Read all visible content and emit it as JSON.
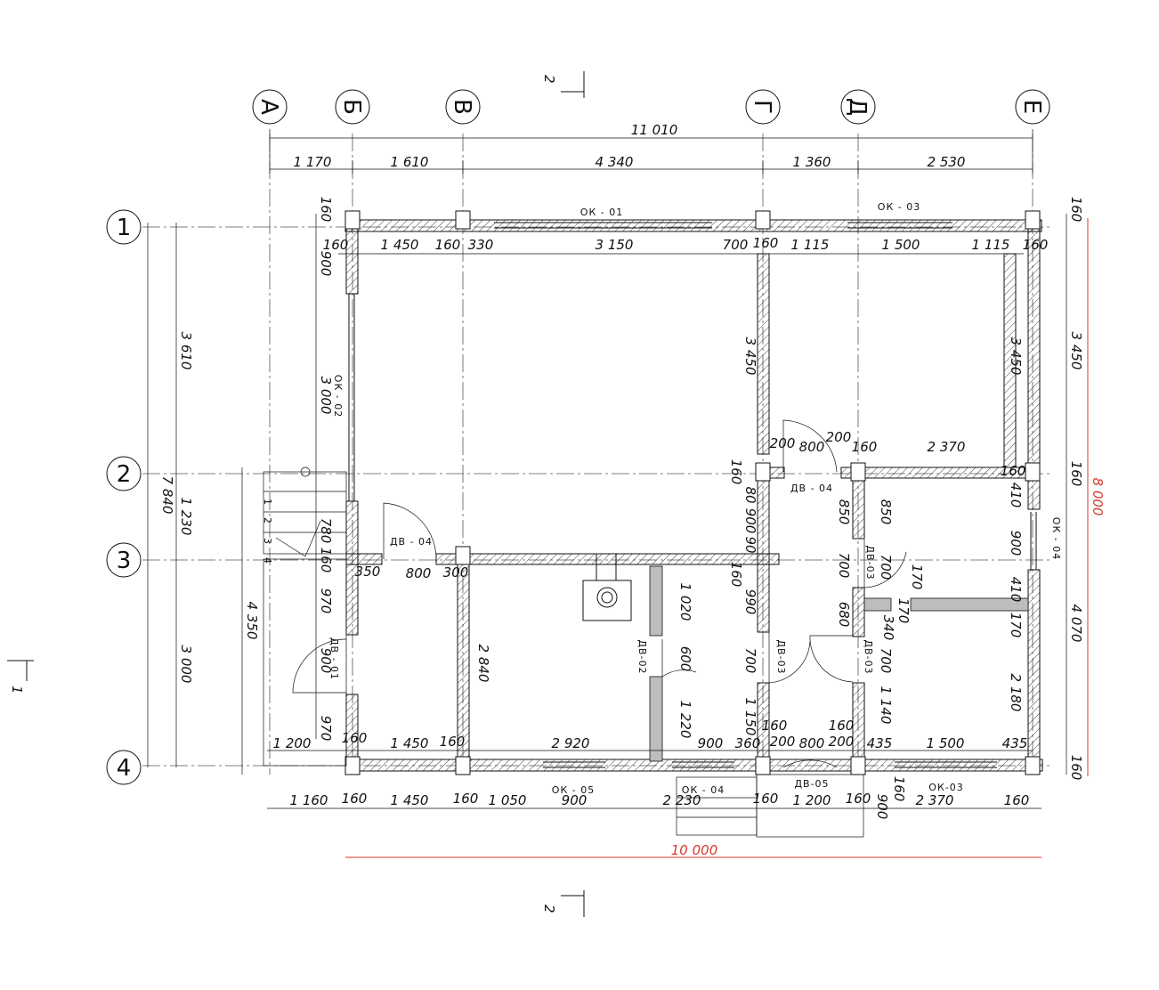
{
  "axes_letters": [
    "А",
    "Б",
    "В",
    "Г",
    "Д",
    "Е"
  ],
  "axes_numbers": [
    "1",
    "2",
    "3",
    "4"
  ],
  "section_mark": {
    "cut_top": "2",
    "cut_bottom": "2",
    "cut_left": "1"
  },
  "top_dims": {
    "overall": "11 010",
    "chain": [
      "1 170",
      "1 610",
      "4 340",
      "1 360",
      "2 530"
    ],
    "inner": [
      "160",
      "1 450",
      "160",
      "330",
      "3 150",
      "700",
      "160",
      "1 115",
      "1 500",
      "1 115",
      "160"
    ]
  },
  "bottom_dims": {
    "row1": [
      "1 200",
      "160",
      "1 450",
      "160",
      "2 920",
      "900",
      "360",
      "200",
      "800",
      "200",
      "435",
      "1 500",
      "435"
    ],
    "row2": [
      "1 160",
      "160",
      "1 450",
      "160",
      "1 050",
      "900",
      "2 230",
      "160",
      "1 200",
      "160",
      "900",
      "160",
      "2 370",
      "160"
    ],
    "overall_red": "10 000"
  },
  "left_dims": {
    "overall": "7 840",
    "chain": [
      "3 610",
      "1 230",
      "3 000"
    ],
    "extra": "4 350",
    "inner": [
      "160",
      "900",
      "3 000",
      "780",
      "160",
      "970",
      "900",
      "970"
    ]
  },
  "right_dims": {
    "overall_red": "8 000",
    "chain": [
      "160",
      "3 450",
      "160",
      "4 070",
      "160"
    ]
  },
  "inner_dims": {
    "a": "3 450",
    "b": "3 450",
    "c": "200",
    "d": "800",
    "e": "200",
    "f": "160",
    "g": "2 370",
    "h": "160",
    "i": "80",
    "j": "900",
    "k": "90",
    "l": "160",
    "m": "990",
    "n": "700",
    "o": "1 150",
    "p": "1 020",
    "q": "600",
    "r": "1 220",
    "s": "2 840",
    "t": "350",
    "u": "800",
    "v": "300",
    "w": "850",
    "x": "850",
    "y": "700",
    "z": "700",
    "aa": "680",
    "ab": "340",
    "ac": "700",
    "ad": "1 140",
    "ae": "170",
    "af": "170",
    "ag": "410",
    "ah": "900",
    "ai": "410",
    "aj": "170",
    "ak": "2 180",
    "al": "160",
    "am": "160",
    "an": "160"
  },
  "tags": {
    "ok01": "ОК - 01",
    "ok02": "ОК - 02",
    "ok03a": "ОК - 03",
    "ok03b": "ОК-03",
    "ok04a": "ОК - 04",
    "ok04b": "ОК - 04",
    "ok05": "ОК - 05",
    "dv01": "ДВ - 01",
    "dv02": "ДВ-02",
    "dv03a": "ДВ-03",
    "dv03b": "ДВ-03",
    "dv03c": "ДВ-03",
    "dv04a": "ДВ - 04",
    "dv04b": "ДВ - 04",
    "dv05": "ДВ-05",
    "stair": [
      "1",
      "2",
      "3",
      "4"
    ]
  }
}
